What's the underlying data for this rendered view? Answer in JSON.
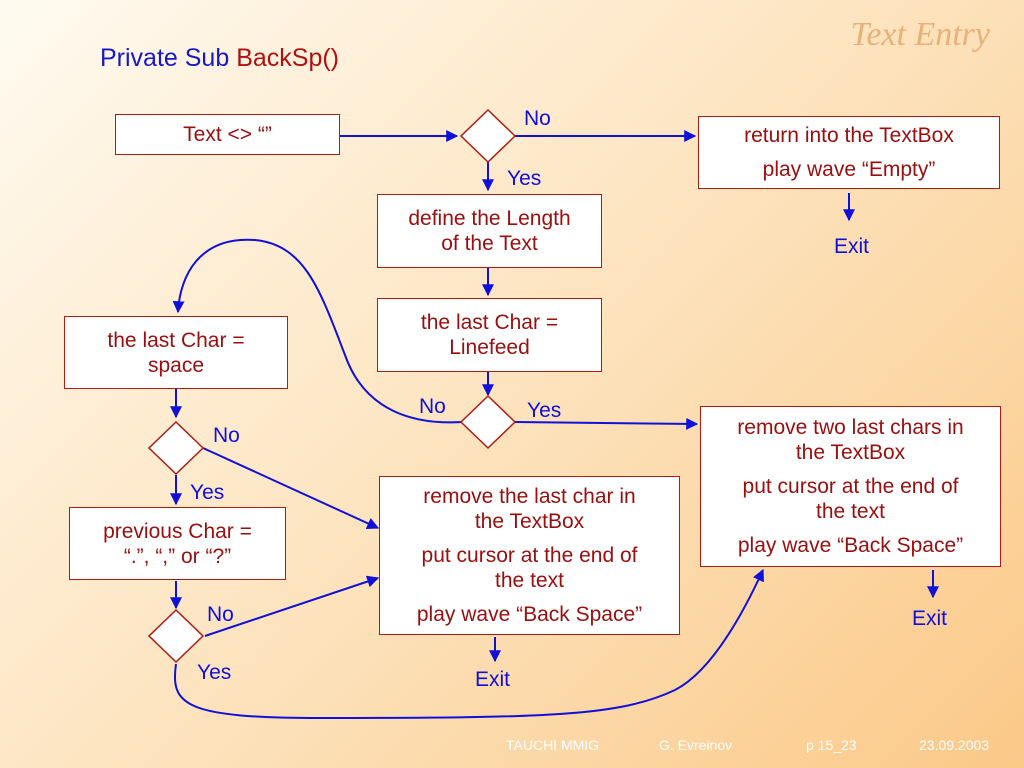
{
  "slide": {
    "title_prefix": "Private Sub ",
    "title_function": "BackSp()",
    "corner_title": "Text Entry"
  },
  "boxes": {
    "text_not_empty": [
      "Text <> “”"
    ],
    "return_textbox": [
      "return into the TextBox",
      "play wave “Empty”"
    ],
    "define_length": [
      "define the Length",
      "of the Text"
    ],
    "last_char_linefeed": [
      "the last Char =",
      "Linefeed"
    ],
    "last_char_space": [
      "the last Char =",
      "space"
    ],
    "remove_two_chars": [
      "remove two last chars in",
      "the TextBox",
      "put cursor at the end of",
      "the text",
      "play wave “Back Space”"
    ],
    "previous_char": [
      "previous Char =",
      "“.”, “,” or “?”"
    ],
    "remove_last_char": [
      "remove the last char in",
      "the TextBox",
      "put cursor at the end of",
      "the text",
      "play wave “Back Space”"
    ]
  },
  "labels": {
    "d1_no": "No",
    "d1_yes": "Yes",
    "d2_no": "No",
    "d2_yes": "Yes",
    "d3_no": "No",
    "d3_yes": "Yes",
    "d4_no": "No",
    "d4_yes": "Yes",
    "exit_1": "Exit",
    "exit_2": "Exit",
    "exit_3": "Exit"
  },
  "footer": {
    "course": "TAUCHI MMIG",
    "author": "G. Evreinov",
    "page": "p 15_23",
    "date": "23.09.2003"
  },
  "colors": {
    "box_border": "#b01a10",
    "box_text": "#9a0e0e",
    "connector": "#1010d8",
    "title": "#1818c8",
    "accent_title": "#e8b07a"
  }
}
